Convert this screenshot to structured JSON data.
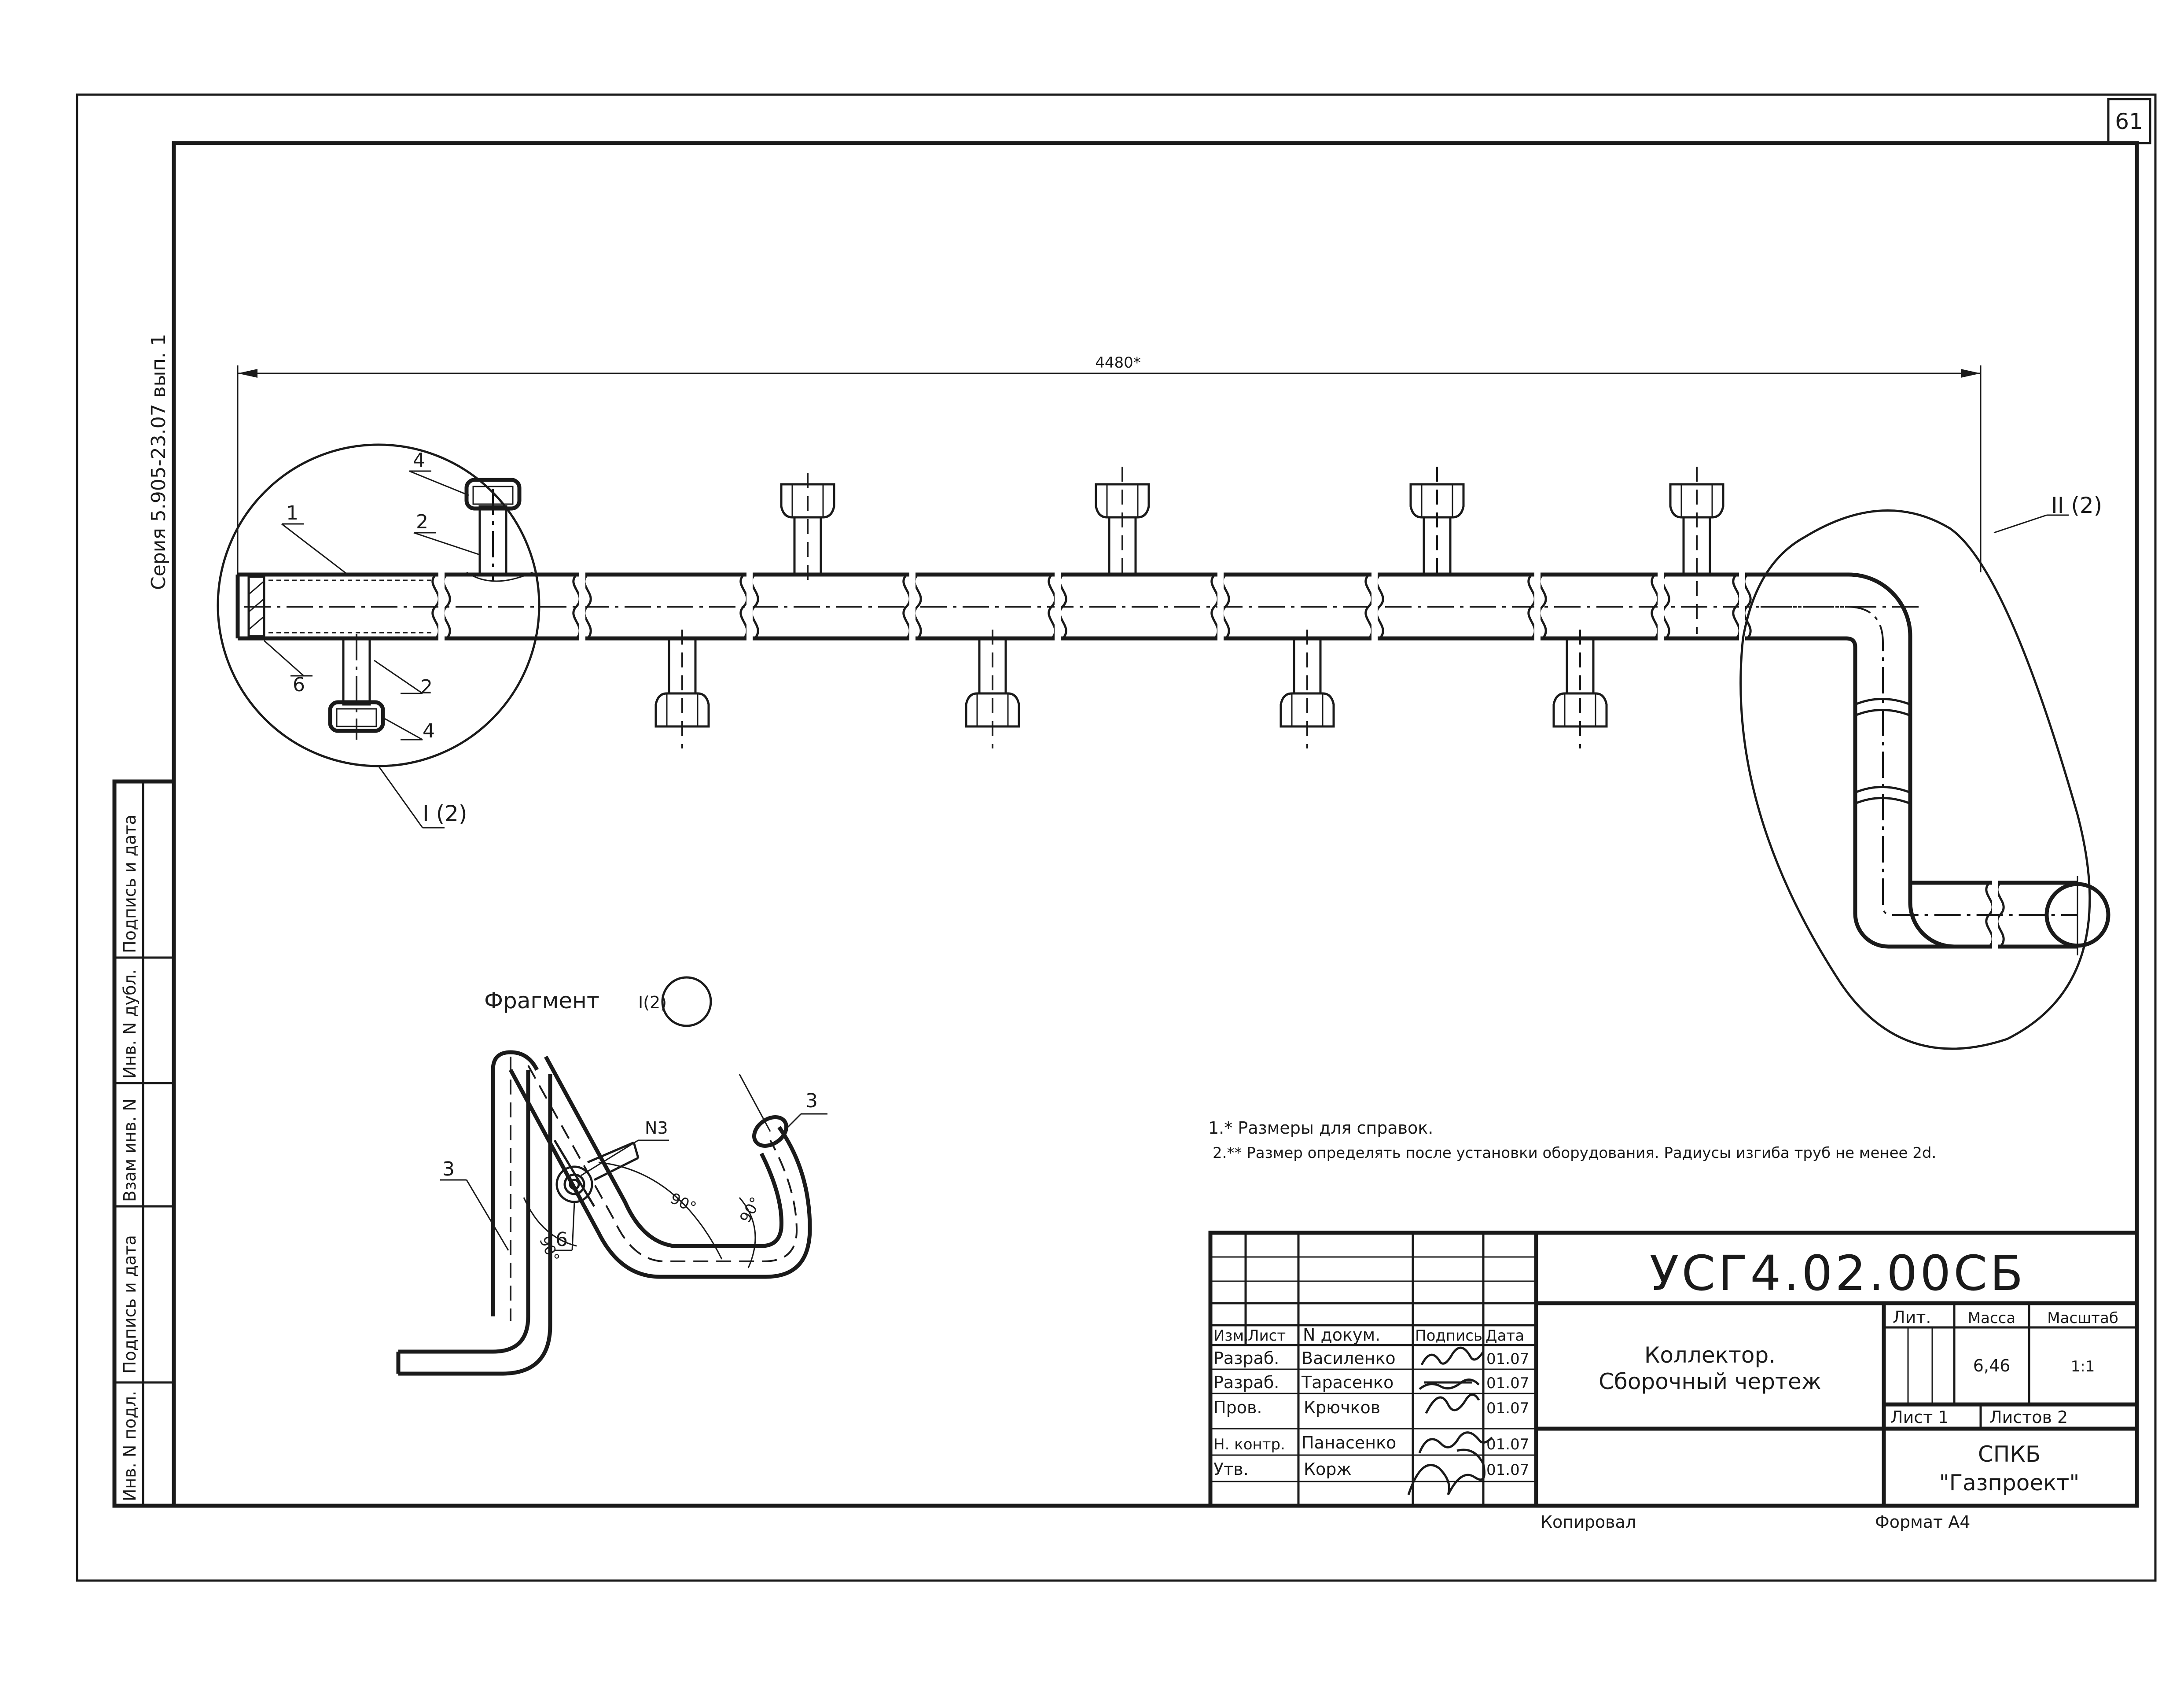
{
  "sheet": {
    "page_number": "61",
    "series": "Серия 5.905-23.07 вып. 1",
    "left_strip": [
      "Инв. N подл.",
      "Подпись и дата",
      "Взам инв. N",
      "Инв. N дубл.",
      "Подпись и дата"
    ]
  },
  "drawing": {
    "overall_dimension": "4480*",
    "callout_detail_1": "I (2)",
    "callout_detail_2": "II (2)",
    "position_labels": {
      "p1": "1",
      "p2a": "2",
      "p2b": "2",
      "p4a": "4",
      "p4b": "4",
      "p6": "6"
    },
    "fragment": {
      "title": "Фрагмент",
      "ref": "I(2)",
      "labels": {
        "l3a": "3",
        "l3b": "3",
        "l6": "6",
        "n3": "N3",
        "a1": "90°",
        "a2": "90°",
        "a3": "90°"
      }
    }
  },
  "notes": [
    "1.* Размеры для справок.",
    "2.** Размер определять после установки оборудования. Радиусы изгиба труб не менее 2d."
  ],
  "title_block": {
    "doc_code": "УСГ4.02.00СБ",
    "name_line1": "Коллектор.",
    "name_line2": "Сборочный чертеж",
    "headers": {
      "izm": "Изм.",
      "list": "Лист",
      "ndoc": "N докум.",
      "sign": "Подпись",
      "date": "Дата"
    },
    "people": [
      {
        "role": "Разраб.",
        "name": "Василенко",
        "date": "01.07"
      },
      {
        "role": "Разраб.",
        "name": "Тарасенко",
        "date": "01.07"
      },
      {
        "role": "Пров.",
        "name": "Крючков",
        "date": "01.07"
      },
      {
        "role": "Н. контр.",
        "name": "Панасенко",
        "date": "01.07"
      },
      {
        "role": "Утв.",
        "name": "Корж",
        "date": "01.07"
      }
    ],
    "lit_label": "Лит.",
    "mass_label": "Масса",
    "scale_label": "Масштаб",
    "mass": "6,46",
    "scale": "1:1",
    "sheet": "Лист 1",
    "sheets": "Листов  2",
    "org_line1": "СПКБ",
    "org_line2": "\"Газпроект\"",
    "copied": "Копировал",
    "format": "Формат А4"
  }
}
